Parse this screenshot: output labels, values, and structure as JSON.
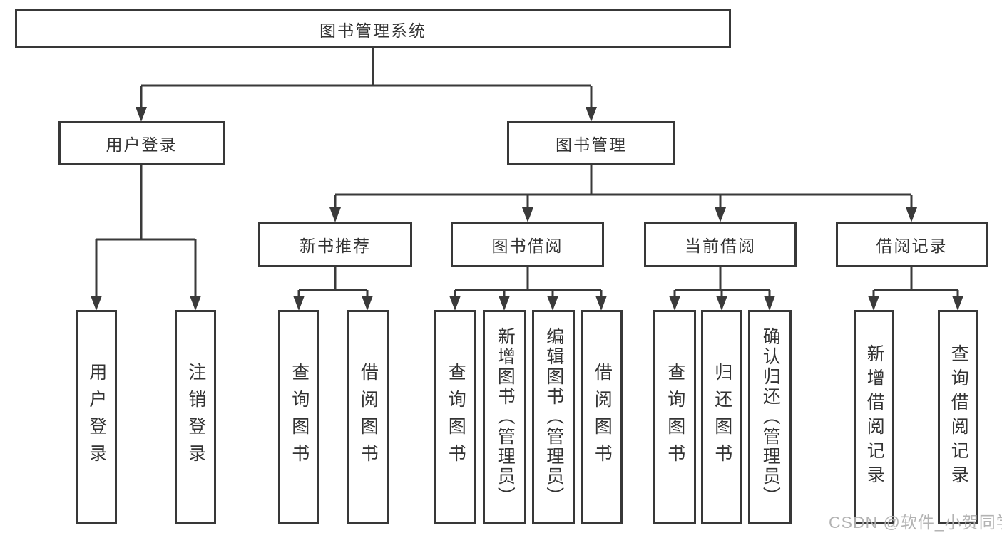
{
  "tree": {
    "root": {
      "label": "图书管理系统"
    },
    "branches": [
      {
        "label": "用户登录",
        "children": [
          {
            "label": "用户登录"
          },
          {
            "label": "注销登录"
          }
        ]
      },
      {
        "label": "图书管理",
        "groups": [
          {
            "label": "新书推荐",
            "children": [
              {
                "label": "查询图书"
              },
              {
                "label": "借阅图书"
              }
            ]
          },
          {
            "label": "图书借阅",
            "children": [
              {
                "label": "查询图书"
              },
              {
                "label": "新增图书（管理员）"
              },
              {
                "label": "编辑图书（管理员）"
              },
              {
                "label": "借阅图书"
              }
            ]
          },
          {
            "label": "当前借阅",
            "children": [
              {
                "label": "查询图书"
              },
              {
                "label": "归还图书"
              },
              {
                "label": "确认归还（管理员）"
              }
            ]
          },
          {
            "label": "借阅记录",
            "children": [
              {
                "label": "新增借阅记录"
              },
              {
                "label": "查询借阅记录"
              }
            ]
          }
        ]
      }
    ]
  },
  "watermark": {
    "text": "CSDN @软件_小贺同学"
  },
  "colors": {
    "line": "#3a3a3a",
    "text": "#333333",
    "box_bg": "#ffffff",
    "watermark": "#afafaf"
  }
}
